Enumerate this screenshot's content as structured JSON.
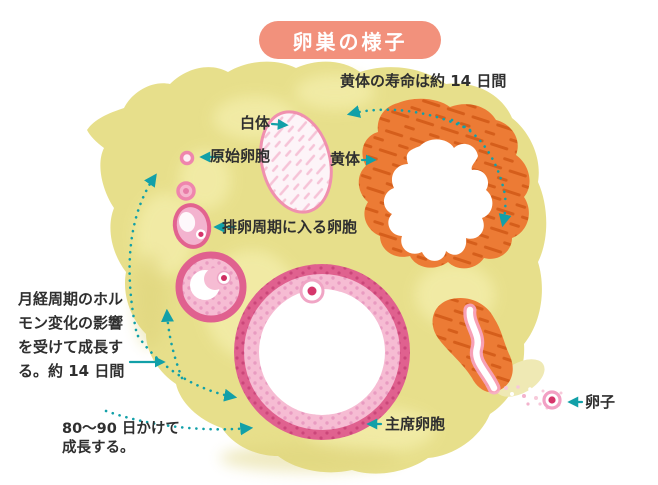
{
  "title": "卵巣の様子",
  "annotations": {
    "lifespan_note": "黄体の寿命は約 14 日間",
    "hormone_note": "月経周期のホル\nモン変化の影響\nを受けて成長す\nる。約 14 日間",
    "growth_note": "80〜90 日かけて\n成長する。"
  },
  "labels": {
    "white_body": "白体",
    "corpus_luteum": "黄体",
    "primordial_follicle": "原始卵胞",
    "follicle_entering_cycle": "排卵周期に入る卵胞",
    "dominant_follicle": "主席卵胞",
    "ovum": "卵子"
  },
  "colors": {
    "background": "#ffffff",
    "title_bg": "#f2917c",
    "title_text": "#ffffff",
    "text": "#2f2f2f",
    "arrow_teal": "#12a0a8",
    "ovary_yellow": "#e7df8b",
    "ovary_highlight": "#f3eda9",
    "follicle_ring_pink": "#e0618f",
    "follicle_fill_pink": "#f6bcd3",
    "corpus_luteum_orange": "#ec7b35",
    "corpus_luteum_dash": "#d55e1b",
    "white_body_outline": "#f090ae",
    "ovum_center": "#d5356b"
  }
}
